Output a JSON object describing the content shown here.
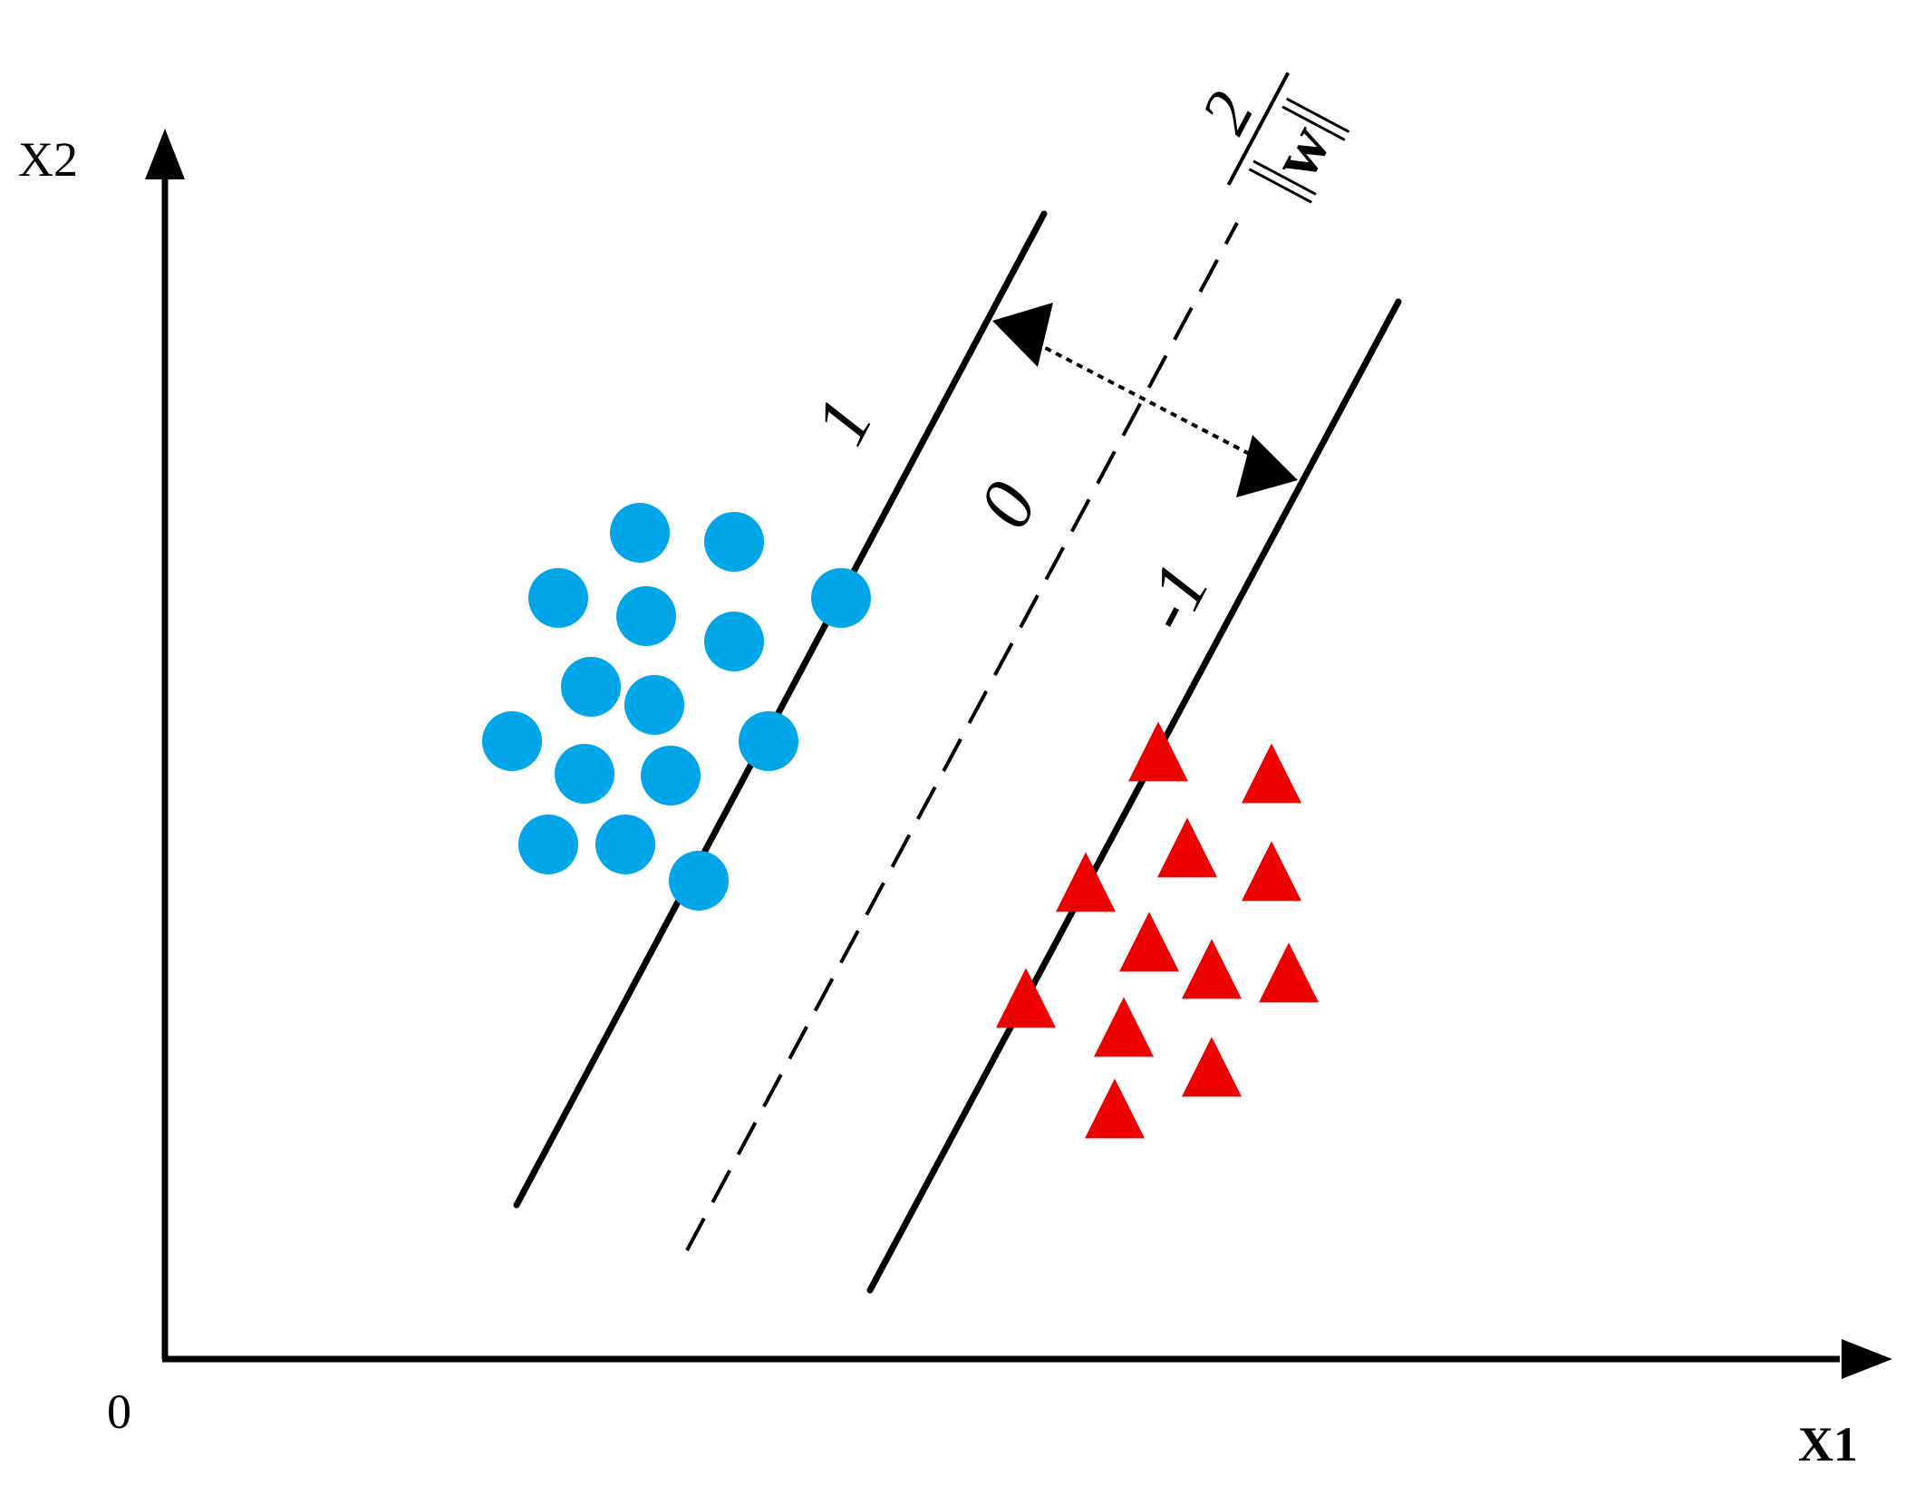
{
  "axes": {
    "x_label": "X1",
    "y_label": "X2",
    "origin_label": "0"
  },
  "hyperplane_labels": {
    "positive": "1",
    "center": "0",
    "negative": "-1"
  },
  "margin_formula": {
    "numerator": "2",
    "denominator": "w"
  },
  "colors": {
    "circle_class": "#00a6e8",
    "triangle_class": "#ee0000",
    "line": "#000000"
  }
}
